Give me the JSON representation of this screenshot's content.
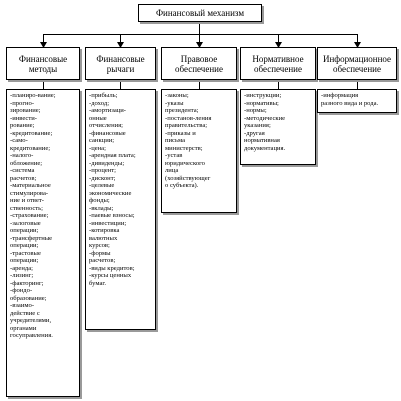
{
  "root": {
    "title": "Финансовый механизм"
  },
  "columns": [
    {
      "title": "Финансовые методы",
      "items": [
        "-планиро-вание;",
        "-прогно-\nзирование;",
        "-инвести-\nрование;",
        "-кредитование;",
        "-само-\nкредитование;",
        "-налого-\nобложение;",
        "-система\nрасчетов;",
        "-материальное\nстимулирова-\nние и ответ-\nственность;",
        "-страхование;",
        "-залоговые\nоперации;",
        "-трансфертные\nоперации;",
        "-трастовые\nоперации;",
        "-аренда;",
        "-лизинг;",
        "-факторинг;",
        "-фондо-\nобразование;",
        "-взаимо-\nдействие с\nучредителями,\nорганами\nгосуправления."
      ]
    },
    {
      "title": "Финансовые рычаги",
      "items": [
        "-прибыль;",
        "-доход;",
        "-амортизаци-\nонные\nотчисления;",
        "-финансовые\nсанкции;",
        "-цена;",
        "-арендная плата;",
        "-дивиденды;",
        "-процент;",
        "-дисконт;",
        "-целевые\nэкономические\nфонды;",
        "-вклады;",
        "-паевые взносы;",
        "-инвестиции;",
        "-котировка\nвалютных\nкурсов;",
        "-формы\nрасчетов;",
        "-виды кредитов;",
        "-курсы ценных\nбумаг."
      ]
    },
    {
      "title": "Правовое обеспечение",
      "items": [
        "-законы;",
        "-указы\nпрезидента;",
        "-постанов-ления\nправительства;",
        "-приказы и\nписьма\nминистерств;",
        "-устав\nюридического\nлица\n(хозяйствующег\nо субъекта)."
      ]
    },
    {
      "title": "Нормативное обеспечение",
      "items": [
        "-инструкции;",
        "-нормативы;",
        "-нормы;",
        "-методические\nуказания;",
        "-другая\nнормативная\nдокументация."
      ]
    },
    {
      "title": "Информационное обеспечение",
      "items": [
        "-информация\nразного вида и рода."
      ]
    }
  ]
}
